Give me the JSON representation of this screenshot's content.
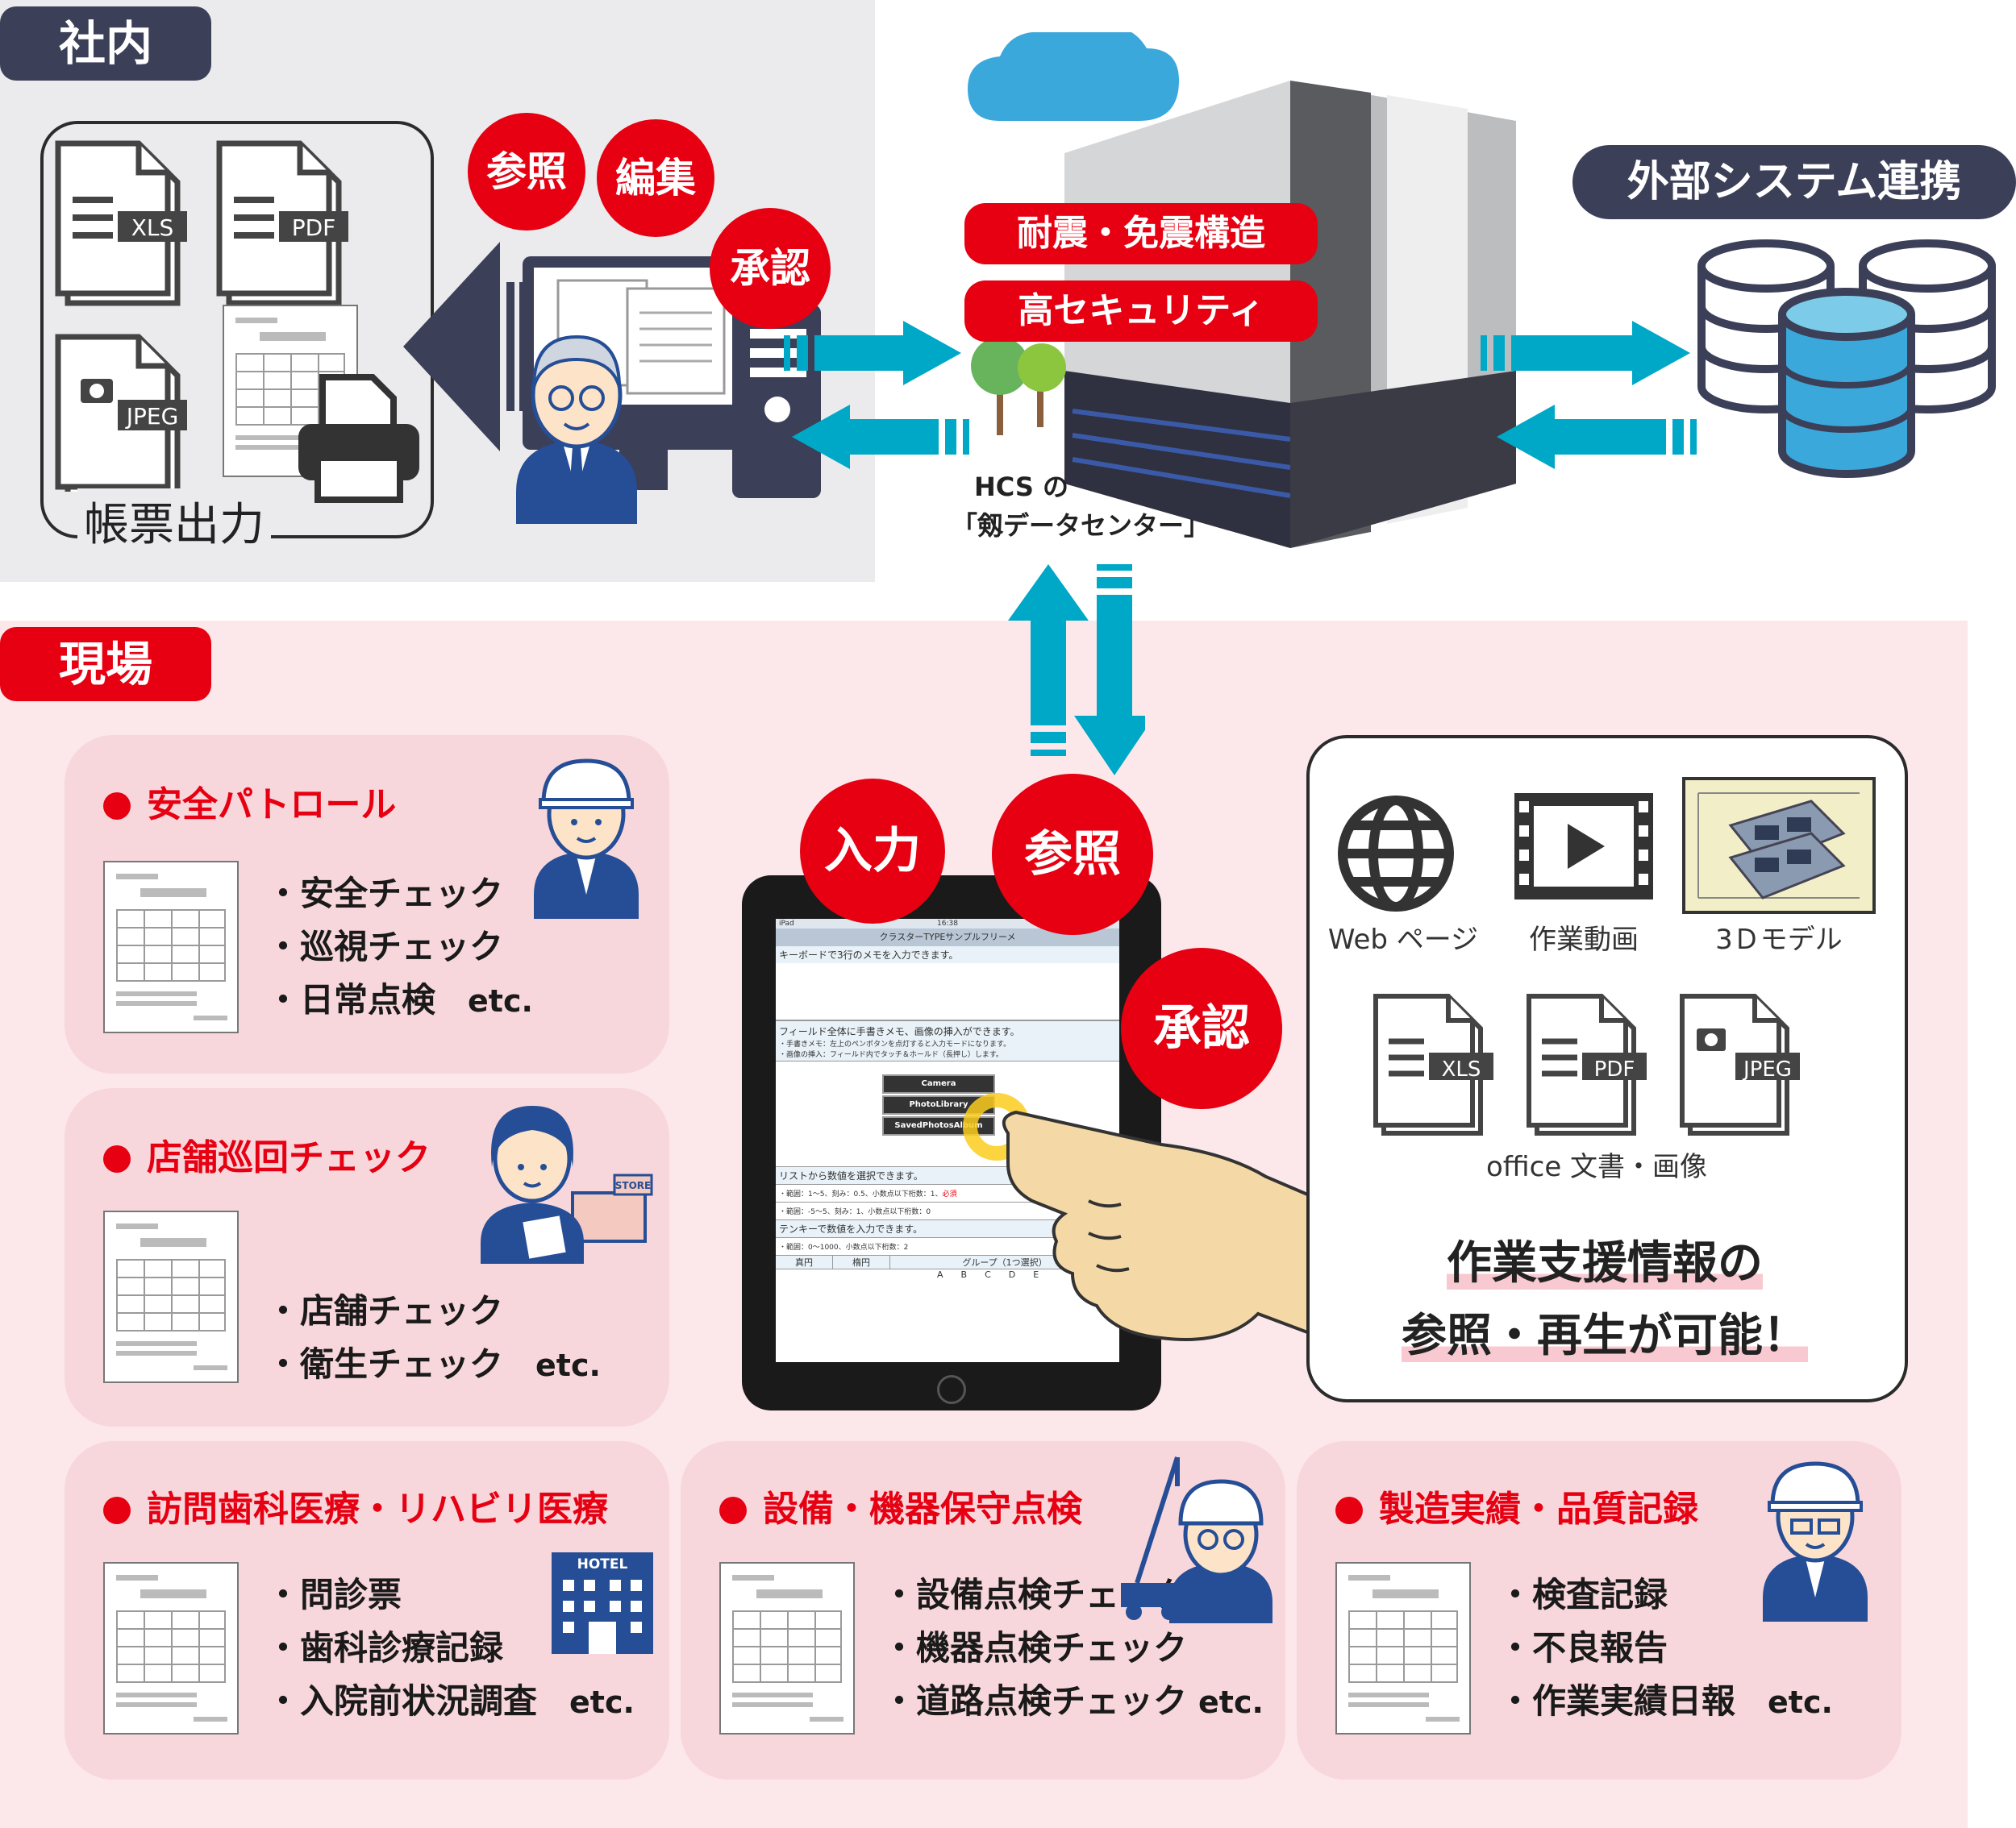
{
  "sections": {
    "office": "社内",
    "site": "現場",
    "external": "外部システム連携"
  },
  "office": {
    "file_labels": [
      "XLS",
      "PDF",
      "JPEG"
    ],
    "report_label": "帳票出力",
    "bubbles": [
      "参照",
      "編集",
      "承認"
    ]
  },
  "datacenter": {
    "features": [
      "耐震・免震構造",
      "高セキュリティ"
    ],
    "caption_line1": "HCS の",
    "caption_line2": "「剱データセンター」"
  },
  "tablet": {
    "bubbles": [
      "入力",
      "参照",
      "承認"
    ],
    "status_left": "iPad",
    "status_time": "16:38",
    "title": "クラスターTYPEサンプルフリーメ",
    "line1": "キーボードで3行のメモを入力できます。",
    "line2": "フィールド全体に手書きメモ、画像の挿入ができます。",
    "line3": "・手書きメモ：左上のペンボタンを点灯すると入力モードになります。",
    "line4": "・画像の挿入：フィールド内でタッチ＆ホールド（長押し）します。",
    "menu": [
      "Camera",
      "PhotoLibrary",
      "SavedPhotosAlbum"
    ],
    "line5": "リストから数値を選択できます。",
    "line6": "・範囲：1〜5、刻み：0.5、小数点以下桁数：1、",
    "line6_required": "必須",
    "line7": "・範囲：-5〜5、刻み：1、小数点以下桁数：0",
    "line8": "テンキーで数値を入力できます。",
    "line9": "・範囲：0〜1000、小数点以下桁数：2",
    "table_headers": [
      "真円",
      "楕円",
      "グループ（1つ選択）"
    ],
    "table_options": [
      "A",
      "B",
      "C",
      "D",
      "E"
    ]
  },
  "support_panel": {
    "media": [
      "Web ページ",
      "作業動画",
      "3Ｄモデル"
    ],
    "file_labels": [
      "XLS",
      "PDF",
      "JPEG"
    ],
    "docs_caption": "office 文書・画像",
    "message_line1": "作業支援情報の",
    "message_line2": "参照・再生が可能！"
  },
  "use_cases": [
    {
      "title": "安全パトロール",
      "items": [
        "・安全チェック",
        "・巡視チェック",
        "・日常点検"
      ],
      "etc": "etc."
    },
    {
      "title": "店舗巡回チェック",
      "items": [
        "・店舗チェック",
        "・衛生チェック"
      ],
      "etc": "etc."
    },
    {
      "title": "訪問歯科医療・リハビリ医療",
      "items": [
        "・問診票",
        "・歯科診療記録",
        "・入院前状況調査"
      ],
      "etc": "etc."
    },
    {
      "title": "設備・機器保守点検",
      "items": [
        "・設備点検チェック",
        "・機器点検チェック",
        "・道路点検チェック"
      ],
      "etc": "etc."
    },
    {
      "title": "製造実績・品質記録",
      "items": [
        "・検査記録",
        "・不良報告",
        "・作業実績日報"
      ],
      "etc": "etc."
    }
  ],
  "icon_texts": {
    "store": "STORE",
    "hotel": "HOTEL"
  },
  "icons": [
    "document-stack-icon",
    "printer-icon",
    "computer-monitor-icon",
    "businessman-icon",
    "cloud-icon",
    "server-building-icon",
    "tree-icon",
    "database-icon",
    "globe-icon",
    "video-icon",
    "3d-model-icon",
    "tablet-icon",
    "pointing-hand-icon",
    "worker-helmet-icon",
    "woman-clerk-icon",
    "hotel-icon",
    "crane-truck-icon",
    "arrow-icon"
  ],
  "colors": {
    "accent_red": "#e60012",
    "navy": "#3c3f58",
    "cyan": "#00a8c8",
    "site_bg": "#fce8ea",
    "card_bg": "#f8d7dc",
    "office_bg": "#ebebed"
  }
}
